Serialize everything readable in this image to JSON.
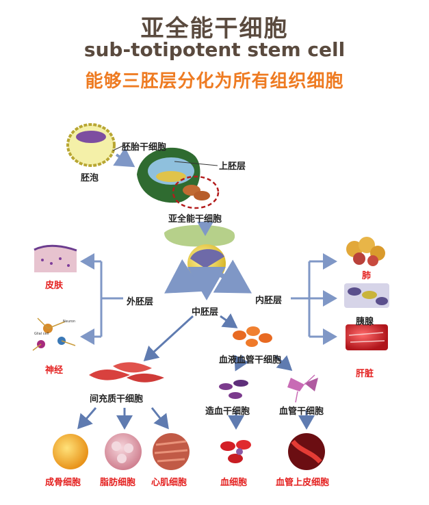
{
  "title": "亚全能干细胞",
  "subtitle_en": "sub-totipotent stem cell",
  "subtitle_cn": "能够三胚层分化为所有组织细胞",
  "labels": {
    "blastocyst": "胚泡",
    "embryonic_stem_cell": "胚胎干细胞",
    "epiblast": "上胚层",
    "sub_totipotent_stem_cell": "亚全能干细胞",
    "ectoderm": "外胚层",
    "mesoderm": "中胚层",
    "endoderm": "内胚层",
    "skin": "皮肤",
    "nerve": "神经",
    "lung": "肺",
    "pancreas": "胰腺",
    "liver": "肝脏",
    "hemangioblast": "血液血管干细胞",
    "mesenchymal_stem_cell": "间充质干细胞",
    "hematopoietic_stem_cell": "造血干细胞",
    "vascular_stem_cell": "血管干细胞",
    "osteoblast": "成骨细胞",
    "adipocyte": "脂肪细胞",
    "cardiomyocyte": "心肌细胞",
    "blood_cell": "血细胞",
    "endothelial_cell": "血管上皮细胞",
    "neuron_tag": "Neuron",
    "glial_tag": "Glial cell"
  },
  "colors": {
    "title": "#5a4a3e",
    "accent": "#ee7b22",
    "red_label": "#e4201f",
    "arrow": "#7f97c6"
  }
}
